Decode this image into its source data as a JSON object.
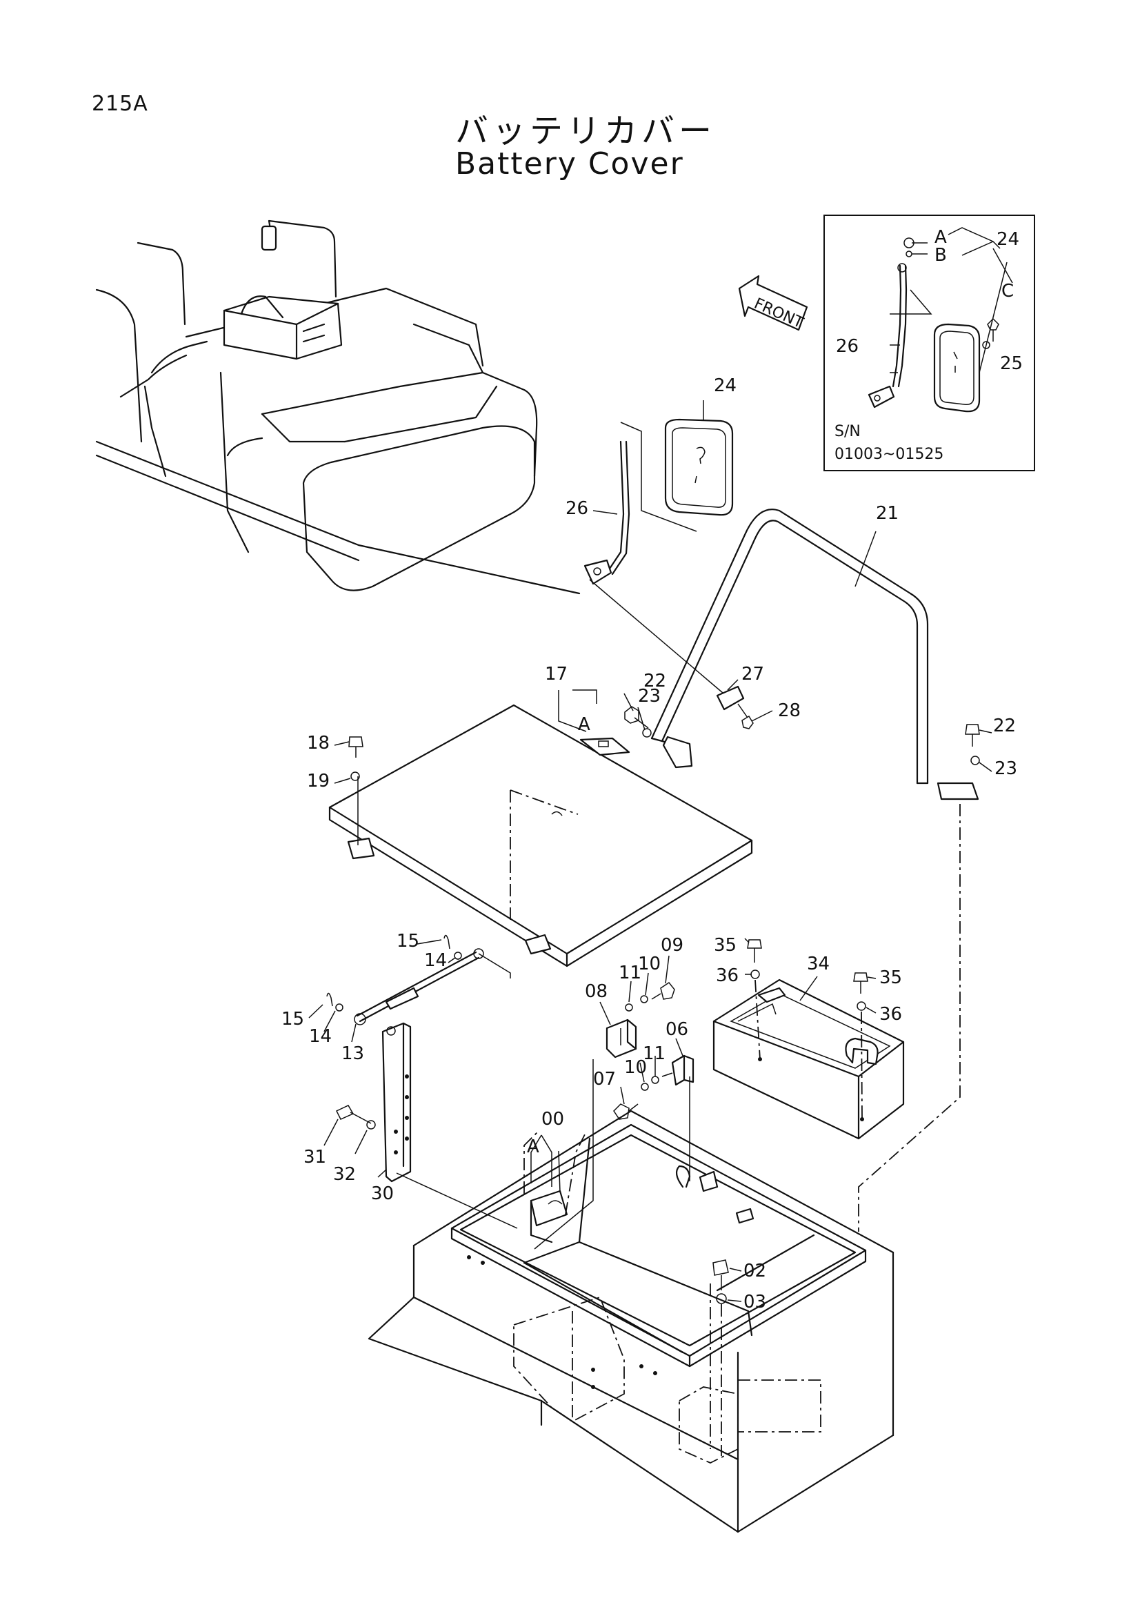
{
  "page_id": "215A",
  "title_jp": "バッテリカバー",
  "title_en": "Battery Cover",
  "front_arrow": "FRONT",
  "inset": {
    "serial_label": "S/N",
    "serial_range": "01003~01525",
    "letters": {
      "a": "A",
      "b": "B",
      "c": "C"
    },
    "parts": {
      "p24": "24",
      "p25": "25",
      "p26": "26"
    }
  },
  "callouts": {
    "p00": "00",
    "p02": "02",
    "p03": "03",
    "p06": "06",
    "p07": "07",
    "p08": "08",
    "p09": "09",
    "p10a": "10",
    "p10b": "10",
    "p11a": "11",
    "p11b": "11",
    "p13": "13",
    "p14a": "14",
    "p14b": "14",
    "p15a": "15",
    "p15b": "15",
    "p17": "17",
    "p18": "18",
    "p19": "19",
    "p21": "21",
    "p22a": "22",
    "p22b": "22",
    "p23a": "23",
    "p23b": "23",
    "p24": "24",
    "p26": "26",
    "p27": "27",
    "p28": "28",
    "p30": "30",
    "p31": "31",
    "p32": "32",
    "p34": "34",
    "p35a": "35",
    "p35b": "35",
    "p36a": "36",
    "p36b": "36",
    "ref_a_cover": "A",
    "ref_a_box": "A"
  }
}
